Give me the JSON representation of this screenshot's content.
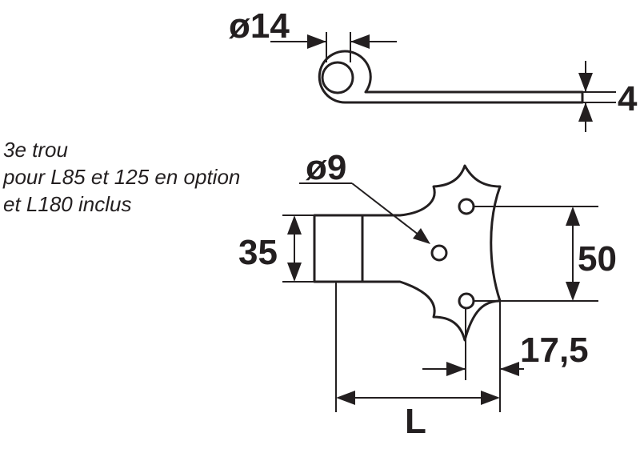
{
  "dimensions": {
    "pin_diameter": "ø14",
    "thickness": "4",
    "hole_diameter": "ø9",
    "knuckle_height": "35",
    "hole_spacing": "50",
    "edge_offset": "17,5",
    "length": "L"
  },
  "note": {
    "line1": "3e trou",
    "line2": "pour L85 et 125 en option",
    "line3": "et L180 inclus"
  },
  "colors": {
    "ink": "#231f20",
    "background": "#ffffff"
  }
}
